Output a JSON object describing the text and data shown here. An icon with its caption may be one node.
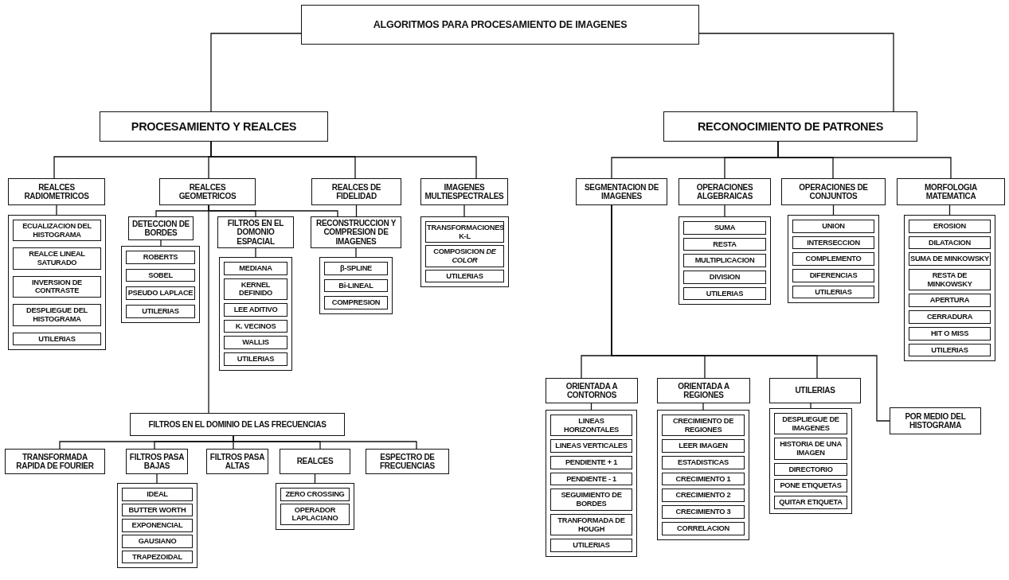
{
  "diagram": {
    "nodes": [
      {
        "text": [
          "ALGORITMOS PARA PROCESAMIENTO DE IMAGENES"
        ]
      },
      {
        "text": [
          "PROCESAMIENTO Y REALCES"
        ]
      },
      {
        "text": [
          "RECONOCIMIENTO DE PATRONES"
        ]
      },
      {
        "text": [
          "REALCES RADIOMETRICOS"
        ]
      },
      {
        "text": [],
        "shape": "box"
      },
      {
        "text": [
          "ECUALIZACION DEL HISTOGRAMA"
        ],
        "in": 4
      },
      {
        "text": [
          "REALCE LINEAL SATURADO"
        ],
        "in": 4
      },
      {
        "text": [
          "INVERSION DE CONTRASTE"
        ],
        "in": 4
      },
      {
        "text": [
          "DESPLIEGUE DEL HISTOGRAMA"
        ],
        "in": 4
      },
      {
        "text": [
          "UTILERIAS"
        ],
        "in": 4
      },
      {
        "text": [
          "REALCES GEOMETRICOS"
        ]
      },
      {
        "text": [
          "REALCES DE FIDELIDAD"
        ]
      },
      {
        "text": [
          "IMAGENES MULTIESPECTRALES"
        ]
      },
      {
        "text": [],
        "shape": "box"
      },
      {
        "text": [
          "TRANSFORMACIONES K-L"
        ],
        "in": 13
      },
      {
        "text": [
          "COMPOSICION *DE COLOR*"
        ],
        "in": 13
      },
      {
        "text": [
          "UTILERIAS"
        ],
        "in": 13
      },
      {
        "text": [
          "DETECCION DE BORDES"
        ]
      },
      {
        "text": [],
        "shape": "box"
      },
      {
        "text": [
          "ROBERTS"
        ],
        "in": 18
      },
      {
        "text": [
          "SOBEL"
        ],
        "in": 18
      },
      {
        "text": [
          "PSEUDO LAPLACE"
        ],
        "in": 18
      },
      {
        "text": [
          "UTILERIAS"
        ],
        "in": 18
      },
      {
        "text": [
          "FILTROS EN EL DOMONIO ESPACIAL"
        ]
      },
      {
        "text": [],
        "shape": "box"
      },
      {
        "text": [
          "MEDIANA"
        ],
        "in": 24
      },
      {
        "text": [
          "KERNEL DEFINIDO"
        ],
        "in": 24
      },
      {
        "text": [
          "LEE ADITIVO"
        ],
        "in": 24
      },
      {
        "text": [
          "K. VECINOS"
        ],
        "in": 24
      },
      {
        "text": [
          "WALLIS"
        ],
        "in": 24
      },
      {
        "text": [
          "UTILERIAS"
        ],
        "in": 24
      },
      {
        "text": [
          "RECONSTRUCCION Y COMPRESION DE IMAGENES"
        ]
      },
      {
        "text": [],
        "shape": "box"
      },
      {
        "text": [
          "β-SPLINE"
        ],
        "in": 32
      },
      {
        "text": [
          "Bi-LINEAL"
        ],
        "in": 32
      },
      {
        "text": [
          "COMPRESION"
        ],
        "in": 32
      },
      {
        "text": [
          "FILTROS EN EL DOMINIO DE LAS FRECUENCIAS"
        ]
      },
      {
        "text": [
          "TRANSFORMADA RAPIDA DE FOURIER"
        ]
      },
      {
        "text": [
          "FILTROS PASA BAJAS"
        ]
      },
      {
        "text": [],
        "shape": "box"
      },
      {
        "text": [
          "IDEAL"
        ],
        "in": 39
      },
      {
        "text": [
          "BUTTER WORTH"
        ],
        "in": 39
      },
      {
        "text": [
          "EXPONENCIAL"
        ],
        "in": 39
      },
      {
        "text": [
          "GAUSIANO"
        ],
        "in": 39
      },
      {
        "text": [
          "TRAPEZOIDAL"
        ],
        "in": 39
      },
      {
        "text": [
          "FILTROS PASA ALTAS"
        ]
      },
      {
        "text": [
          "REALCES"
        ]
      },
      {
        "text": [],
        "shape": "box"
      },
      {
        "text": [
          "ZERO CROSSING"
        ],
        "in": 47
      },
      {
        "text": [
          "OPERADOR LAPLACIANO"
        ],
        "in": 47
      },
      {
        "text": [
          "ESPECTRO DE FRECUENCIAS"
        ]
      },
      {
        "text": [
          "SEGMENTACION DE IMAGENES"
        ]
      },
      {
        "text": [
          "OPERACIONES ALGEBRAICAS"
        ]
      },
      {
        "text": [],
        "shape": "box"
      },
      {
        "text": [
          "SUMA"
        ],
        "in": 53
      },
      {
        "text": [
          "RESTA"
        ],
        "in": 53
      },
      {
        "text": [
          "MULTIPLICACION"
        ],
        "in": 53
      },
      {
        "text": [
          "DIVISION"
        ],
        "in": 53
      },
      {
        "text": [
          "UTILERIAS"
        ],
        "in": 53
      },
      {
        "text": [
          "OPERACIONES DE CONJUNTOS"
        ]
      },
      {
        "text": [],
        "shape": "box"
      },
      {
        "text": [
          "UNION"
        ],
        "in": 60
      },
      {
        "text": [
          "INTERSECCION"
        ],
        "in": 60
      },
      {
        "text": [
          "COMPLEMENTO"
        ],
        "in": 60
      },
      {
        "text": [
          "DIFERENCIAS"
        ],
        "in": 60
      },
      {
        "text": [
          "UTILERIAS"
        ],
        "in": 60
      },
      {
        "text": [
          "MORFOLOGIA MATEMATICA"
        ]
      },
      {
        "text": [],
        "shape": "box"
      },
      {
        "text": [
          "EROSION"
        ],
        "in": 67
      },
      {
        "text": [
          "DILATACION"
        ],
        "in": 67
      },
      {
        "text": [
          "SUMA DE MINKOWSKY"
        ],
        "in": 67
      },
      {
        "text": [
          "RESTA DE MINKOWSKY"
        ],
        "in": 67
      },
      {
        "text": [
          "APERTURA"
        ],
        "in": 67
      },
      {
        "text": [
          "CERRADURA"
        ],
        "in": 67
      },
      {
        "text": [
          "HIT O MISS"
        ],
        "in": 67
      },
      {
        "text": [
          "UTILERIAS"
        ],
        "in": 67
      },
      {
        "text": [
          "ORIENTADA A CONTORNOS"
        ]
      },
      {
        "text": [],
        "shape": "box"
      },
      {
        "text": [
          "LINEAS HORIZONTALES"
        ],
        "in": 77
      },
      {
        "text": [
          "LINEAS VERTICALES"
        ],
        "in": 77
      },
      {
        "text": [
          "PENDIENTE + 1"
        ],
        "in": 77
      },
      {
        "text": [
          "PENDIENTE - 1"
        ],
        "in": 77
      },
      {
        "text": [
          "SEGUIMIENTO DE BORDES"
        ],
        "in": 77
      },
      {
        "text": [
          "TRANFORMADA DE HOUGH"
        ],
        "in": 77
      },
      {
        "text": [
          "UTILERIAS"
        ],
        "in": 77
      },
      {
        "text": [
          "ORIENTADA A REGIONES"
        ]
      },
      {
        "text": [],
        "shape": "box"
      },
      {
        "text": [
          "CRECIMIENTO DE REGIONES"
        ],
        "in": 86
      },
      {
        "text": [
          "LEER IMAGEN"
        ],
        "in": 86
      },
      {
        "text": [
          "ESTADISTICAS"
        ],
        "in": 86
      },
      {
        "text": [
          "CRECIMIENTO 1"
        ],
        "in": 86
      },
      {
        "text": [
          "CRECIMIENTO 2"
        ],
        "in": 86
      },
      {
        "text": [
          "CRECIMIENTO 3"
        ],
        "in": 86
      },
      {
        "text": [
          "CORRELACION"
        ],
        "in": 86
      },
      {
        "text": [
          "UTILERIAS"
        ]
      },
      {
        "text": [],
        "shape": "box"
      },
      {
        "text": [
          "DESPLIEGUE DE IMAGENES"
        ],
        "in": 95
      },
      {
        "text": [
          "HISTORIA DE UNA IMAGEN"
        ],
        "in": 95
      },
      {
        "text": [
          "DIRECTORIO"
        ],
        "in": 95
      },
      {
        "text": [
          "PONE ETIQUETAS"
        ],
        "in": 95
      },
      {
        "text": [
          "QUITAR ETIQUETA"
        ],
        "in": 95
      },
      {
        "text": [
          "POR MEDIO DEL HISTOGRAMA"
        ]
      }
    ],
    "edges": [
      {
        "from": 0,
        "to": 1,
        "arrow": "none"
      },
      {
        "from": 0,
        "to": 2,
        "arrow": "none"
      },
      {
        "from": 1,
        "to": 3,
        "arrow": "none"
      },
      {
        "from": 1,
        "to": 10,
        "arrow": "none"
      },
      {
        "from": 1,
        "to": 11,
        "arrow": "none"
      },
      {
        "from": 1,
        "to": 12,
        "arrow": "none"
      },
      {
        "from": 3,
        "to": 4,
        "arrow": "none"
      },
      {
        "from": 10,
        "to": 17,
        "arrow": "none"
      },
      {
        "from": 10,
        "to": 23,
        "arrow": "none"
      },
      {
        "from": 10,
        "to": 31,
        "arrow": "none"
      },
      {
        "from": 11,
        "to": 31,
        "arrow": "none"
      },
      {
        "from": 12,
        "to": 13,
        "arrow": "none"
      },
      {
        "from": 17,
        "to": 18,
        "arrow": "none"
      },
      {
        "from": 23,
        "to": 24,
        "arrow": "none"
      },
      {
        "from": 31,
        "to": 32,
        "arrow": "none"
      },
      {
        "from": 10,
        "to": 36,
        "arrow": "none"
      },
      {
        "from": 36,
        "to": 37,
        "arrow": "none"
      },
      {
        "from": 36,
        "to": 38,
        "arrow": "none"
      },
      {
        "from": 36,
        "to": 45,
        "arrow": "none"
      },
      {
        "from": 36,
        "to": 46,
        "arrow": "none"
      },
      {
        "from": 36,
        "to": 50,
        "arrow": "none"
      },
      {
        "from": 38,
        "to": 39,
        "arrow": "none"
      },
      {
        "from": 46,
        "to": 47,
        "arrow": "none"
      },
      {
        "from": 2,
        "to": 51,
        "arrow": "none"
      },
      {
        "from": 2,
        "to": 52,
        "arrow": "none"
      },
      {
        "from": 2,
        "to": 59,
        "arrow": "none"
      },
      {
        "from": 2,
        "to": 66,
        "arrow": "none"
      },
      {
        "from": 52,
        "to": 53,
        "arrow": "none"
      },
      {
        "from": 59,
        "to": 60,
        "arrow": "none"
      },
      {
        "from": 66,
        "to": 67,
        "arrow": "none"
      },
      {
        "from": 51,
        "to": 76,
        "arrow": "none"
      },
      {
        "from": 51,
        "to": 85,
        "arrow": "none"
      },
      {
        "from": 51,
        "to": 94,
        "arrow": "none"
      },
      {
        "from": 51,
        "to": 101,
        "arrow": "none"
      },
      {
        "from": 76,
        "to": 77,
        "arrow": "none"
      },
      {
        "from": 85,
        "to": 86,
        "arrow": "none"
      },
      {
        "from": 94,
        "to": 95,
        "arrow": "none"
      }
    ]
  }
}
